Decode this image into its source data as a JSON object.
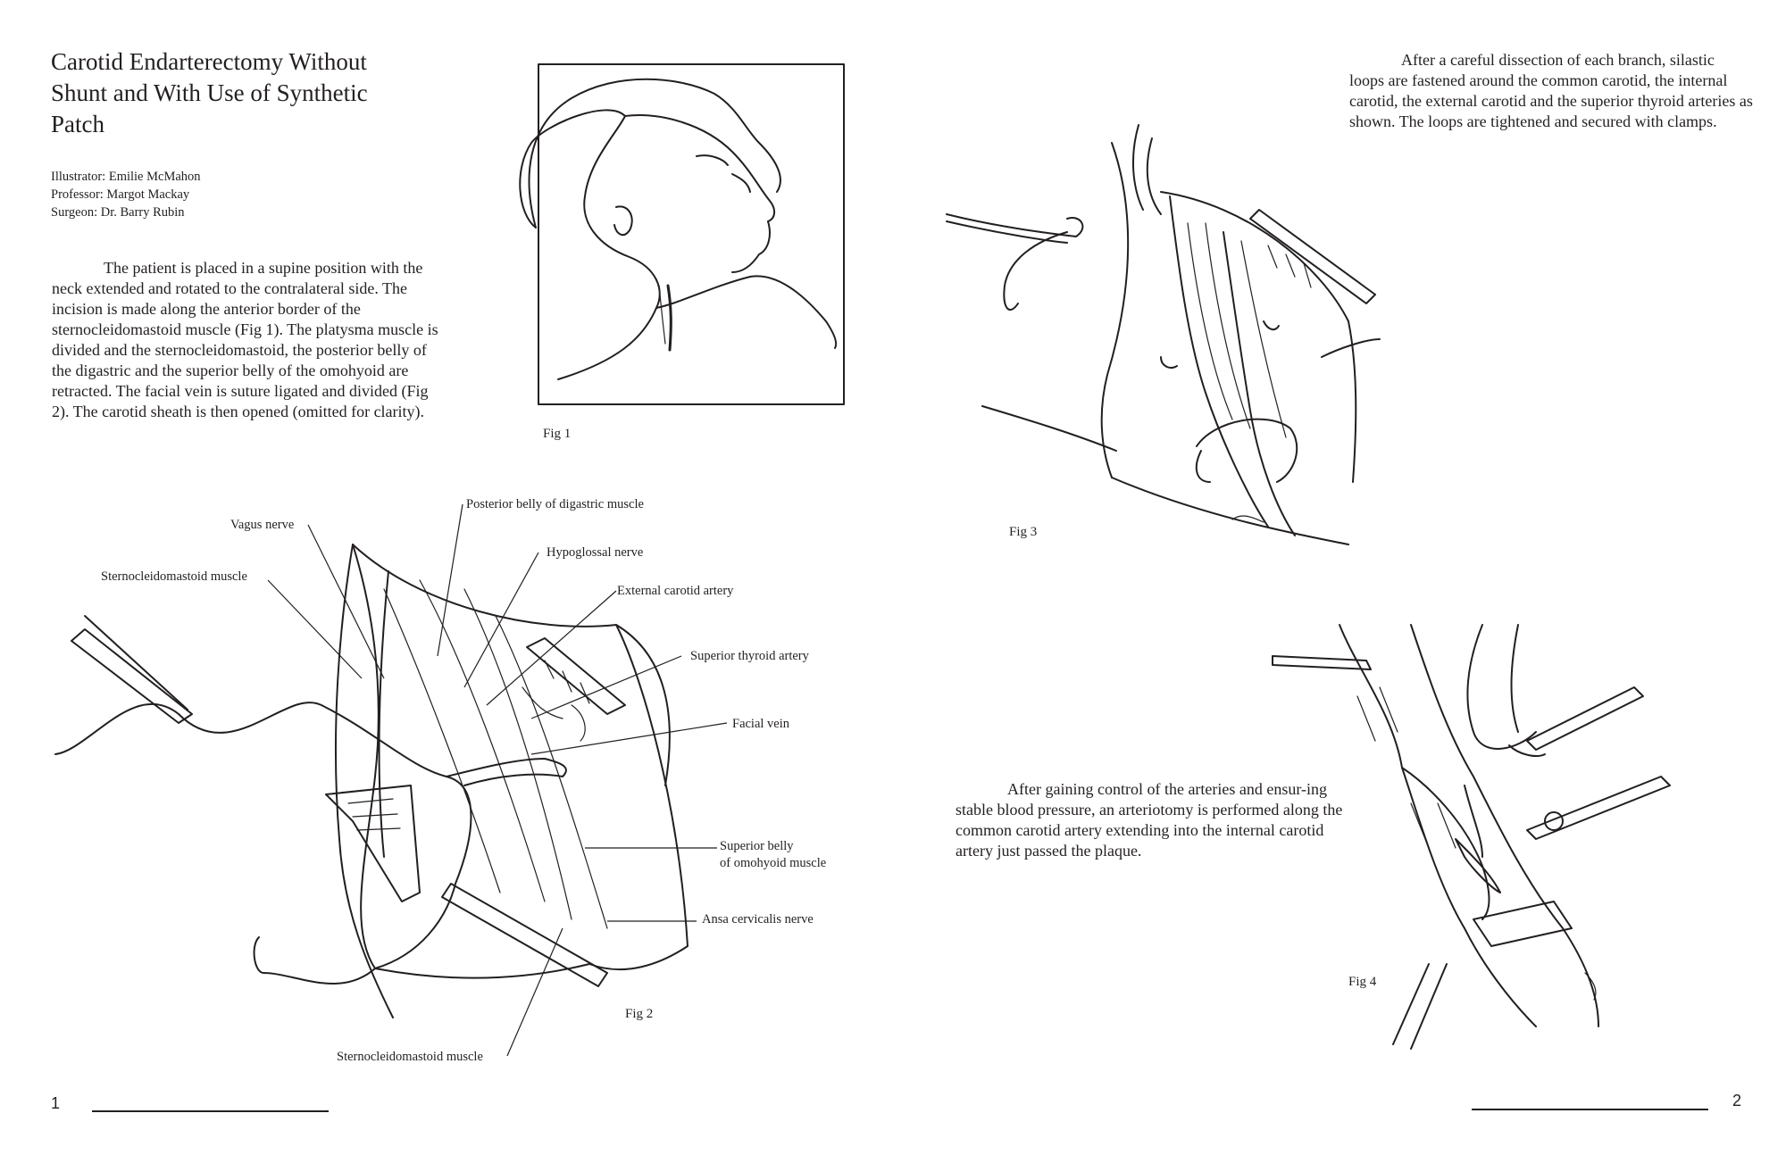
{
  "title": "Carotid Endarterectomy Without Shunt and With Use of Synthetic Patch",
  "credits": {
    "illustrator": "Illustrator: Emilie McMahon",
    "professor": "Professor: Margot Mackay",
    "surgeon": "Surgeon: Dr. Barry Rubin"
  },
  "paragraphs": {
    "intro": "The patient is placed in a supine position with the neck extended and rotated to the contralateral side. The incision is made along the anterior border of the sternocleidomastoid muscle (Fig 1). The platysma muscle is divided and the sternocleidomastoid, the posterior belly of the digastric and the superior belly of the omohyoid are retracted. The facial vein is suture ligated and divided (Fig 2). The carotid sheath is then opened (omitted for clarity).",
    "loops": "After a careful dissection of each branch, silastic loops are fastened around the common carotid, the internal carotid, the external carotid and the superior thyroid arteries as shown. The loops are tightened and secured with clamps.",
    "arteriotomy": "After gaining control of the arteries and ensur-ing stable blood pressure, an arteriotomy is performed along the common carotid artery extending into the internal carotid artery just passed the plaque."
  },
  "figures": {
    "fig1": {
      "caption": "Fig 1",
      "image": "patient-head-neck-extended-drawing"
    },
    "fig2": {
      "caption": "Fig 2",
      "image": "neck-dissection-drawing",
      "labels": {
        "posterior_digastric": "Posterior belly of digastric muscle",
        "vagus": "Vagus nerve",
        "hypoglossal": "Hypoglossal nerve",
        "scm_top": "Sternocleidomastoid muscle",
        "external_carotid": "External carotid artery",
        "superior_thyroid": "Superior thyroid artery",
        "facial_vein": "Facial vein",
        "omohyoid_1": "Superior belly",
        "omohyoid_2": "of omohyoid muscle",
        "ansa": "Ansa cervicalis nerve",
        "scm_bottom": "Sternocleidomastoid muscle"
      }
    },
    "fig3": {
      "caption": "Fig 3",
      "image": "silastic-loops-around-arteries-drawing"
    },
    "fig4": {
      "caption": "Fig 4",
      "image": "arteriotomy-with-clamps-drawing"
    }
  },
  "page_numbers": {
    "left": "1",
    "right": "2"
  }
}
